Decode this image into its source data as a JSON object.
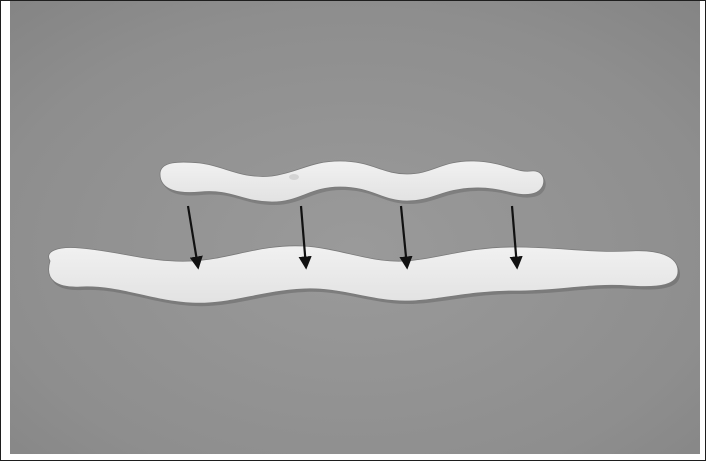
{
  "image": {
    "kind": "photograph",
    "subject": "two-wavy-white-paper-strips-with-arrows",
    "colors": {
      "background": "#8f8f8f",
      "strip": "#ececec",
      "arrow": "#111111",
      "frame": "#1e1e1e"
    }
  },
  "arrows": {
    "count": 4,
    "direction": "down"
  }
}
